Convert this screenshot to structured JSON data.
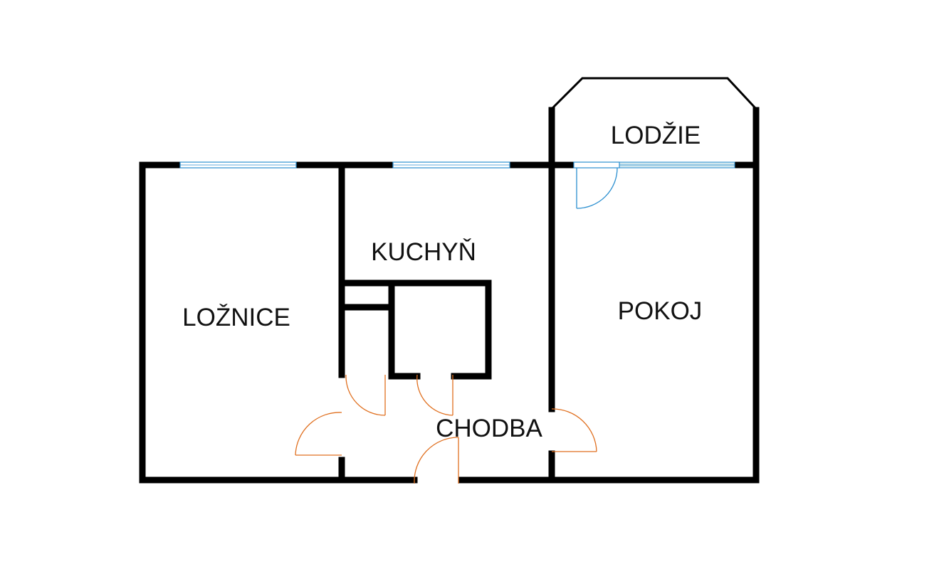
{
  "plan": {
    "rooms": [
      {
        "id": "loznice",
        "label": "LOŽNICE"
      },
      {
        "id": "kuchyn",
        "label": "KUCHYŇ"
      },
      {
        "id": "pokoj",
        "label": "POKOJ"
      },
      {
        "id": "lodzie",
        "label": "LODŽIE"
      },
      {
        "id": "chodba",
        "label": "CHODBA"
      }
    ],
    "colors": {
      "wall": "#000000",
      "interior_door": "#e07020",
      "window_and_balcony_door": "#2b8fd0",
      "window_glass_fill": "#cfe6ee",
      "background": "#ffffff"
    }
  }
}
